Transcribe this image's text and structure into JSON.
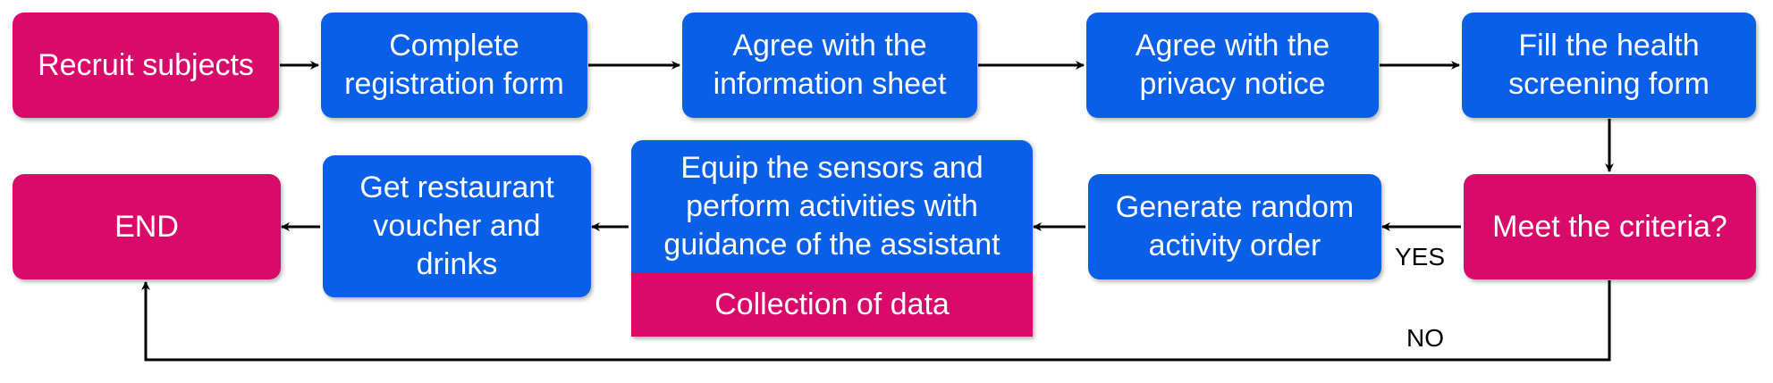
{
  "nodes": {
    "recruit": "Recruit subjects",
    "registration": "Complete\nregistration form",
    "info_sheet": "Agree with the\ninformation sheet",
    "privacy": "Agree with the\nprivacy notice",
    "health": "Fill the health\nscreening form",
    "criteria": "Meet the criteria?",
    "random_order": "Generate random\nactivity order",
    "equip": "Equip the sensors and\nperform activities with\nguidance of the assistant",
    "collection": "Collection of data",
    "voucher": "Get restaurant\nvoucher and\ndrinks",
    "end": "END"
  },
  "edges": {
    "yes_label": "YES",
    "no_label": "NO"
  },
  "colors": {
    "process": "#0a5fe8",
    "terminal": "#d80b6b",
    "line": "#000000"
  }
}
